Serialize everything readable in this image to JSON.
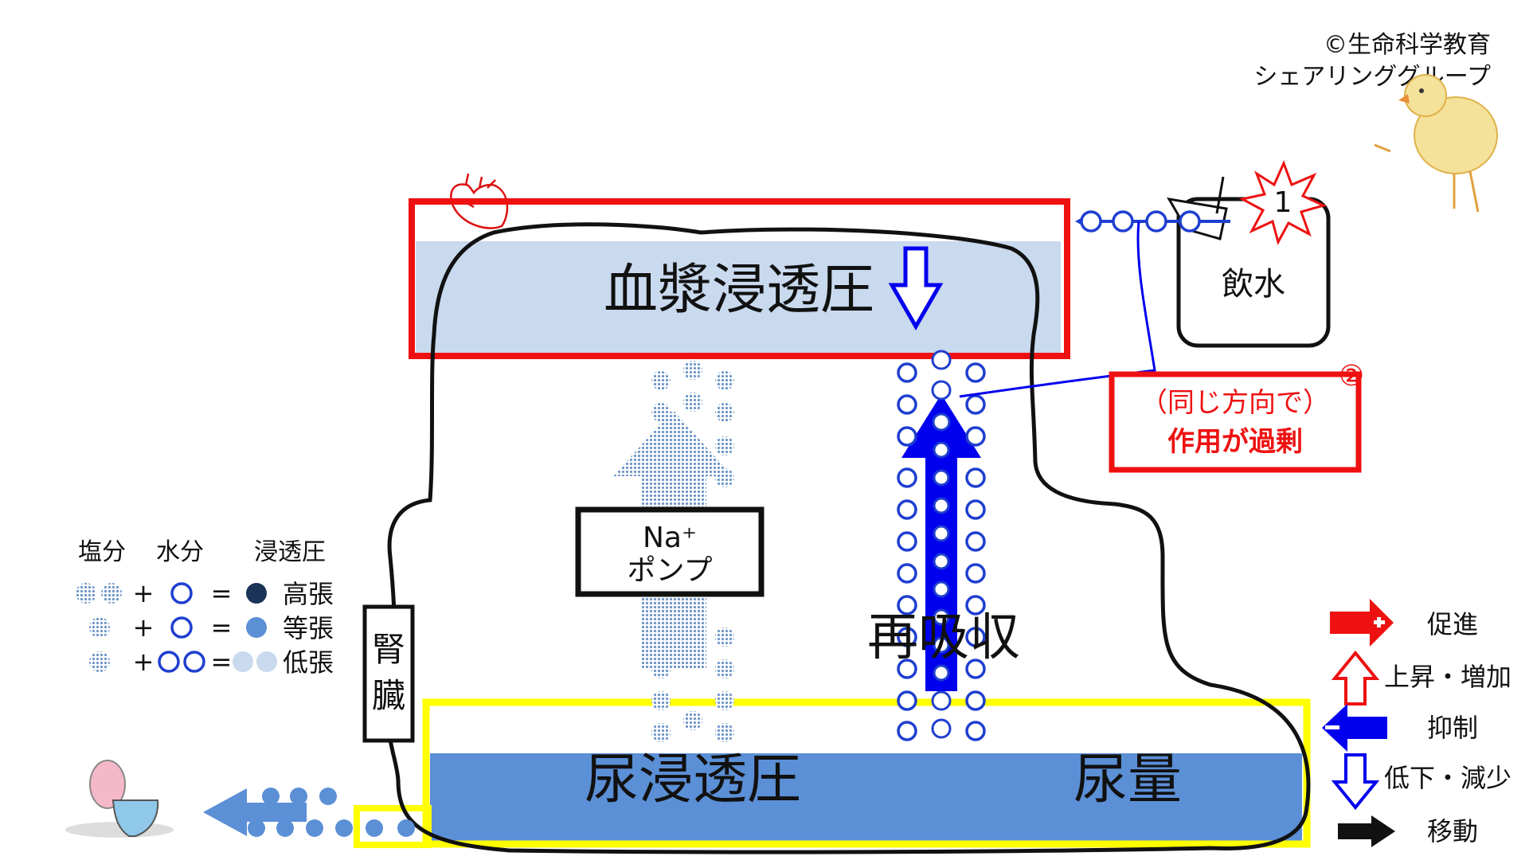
{
  "copyright": {
    "line1": "©生命科学教育",
    "line2": "シェアリンググループ"
  },
  "plasma": {
    "label": "血漿浸透圧"
  },
  "drink": {
    "label": "飲水",
    "badge": "1"
  },
  "callout": {
    "badge": "②",
    "line1": "（同じ方向で）",
    "line2": "作用が過剰"
  },
  "pump": {
    "line1": "Na⁺",
    "line2": "ポンプ"
  },
  "reabsorb": {
    "label": "再吸収"
  },
  "kidney": {
    "line1": "腎",
    "line2": "臓"
  },
  "urine": {
    "osmo_label": "尿浸透圧",
    "volume_label": "尿量"
  },
  "legend_left": {
    "headers": [
      "塩分",
      "水分",
      "浸透圧"
    ],
    "rows": [
      {
        "plus": "+",
        "eq": "=",
        "label": "高張"
      },
      {
        "plus": "+",
        "eq": "=",
        "label": "等張"
      },
      {
        "plus": "+",
        "eq": "=",
        "label": "低張"
      }
    ]
  },
  "legend_right": {
    "items": [
      {
        "label": "促進",
        "icon": "red-plus-arrow-icon"
      },
      {
        "label": "上昇・増加",
        "icon": "red-up-arrow-icon"
      },
      {
        "label": "抑制",
        "icon": "blue-minus-arrow-icon"
      },
      {
        "label": "低下・減少",
        "icon": "blue-down-arrow-icon"
      },
      {
        "label": "移動",
        "icon": "black-arrow-icon"
      }
    ]
  },
  "colors": {
    "red": "#ee1111",
    "yellow": "#ffff00",
    "plasma_fill": "#c9d9ee",
    "urine_fill": "#5b8fd6",
    "blue": "#0000ee",
    "dot_blue": "#6e96c8",
    "dark_navy": "#1c3358"
  }
}
